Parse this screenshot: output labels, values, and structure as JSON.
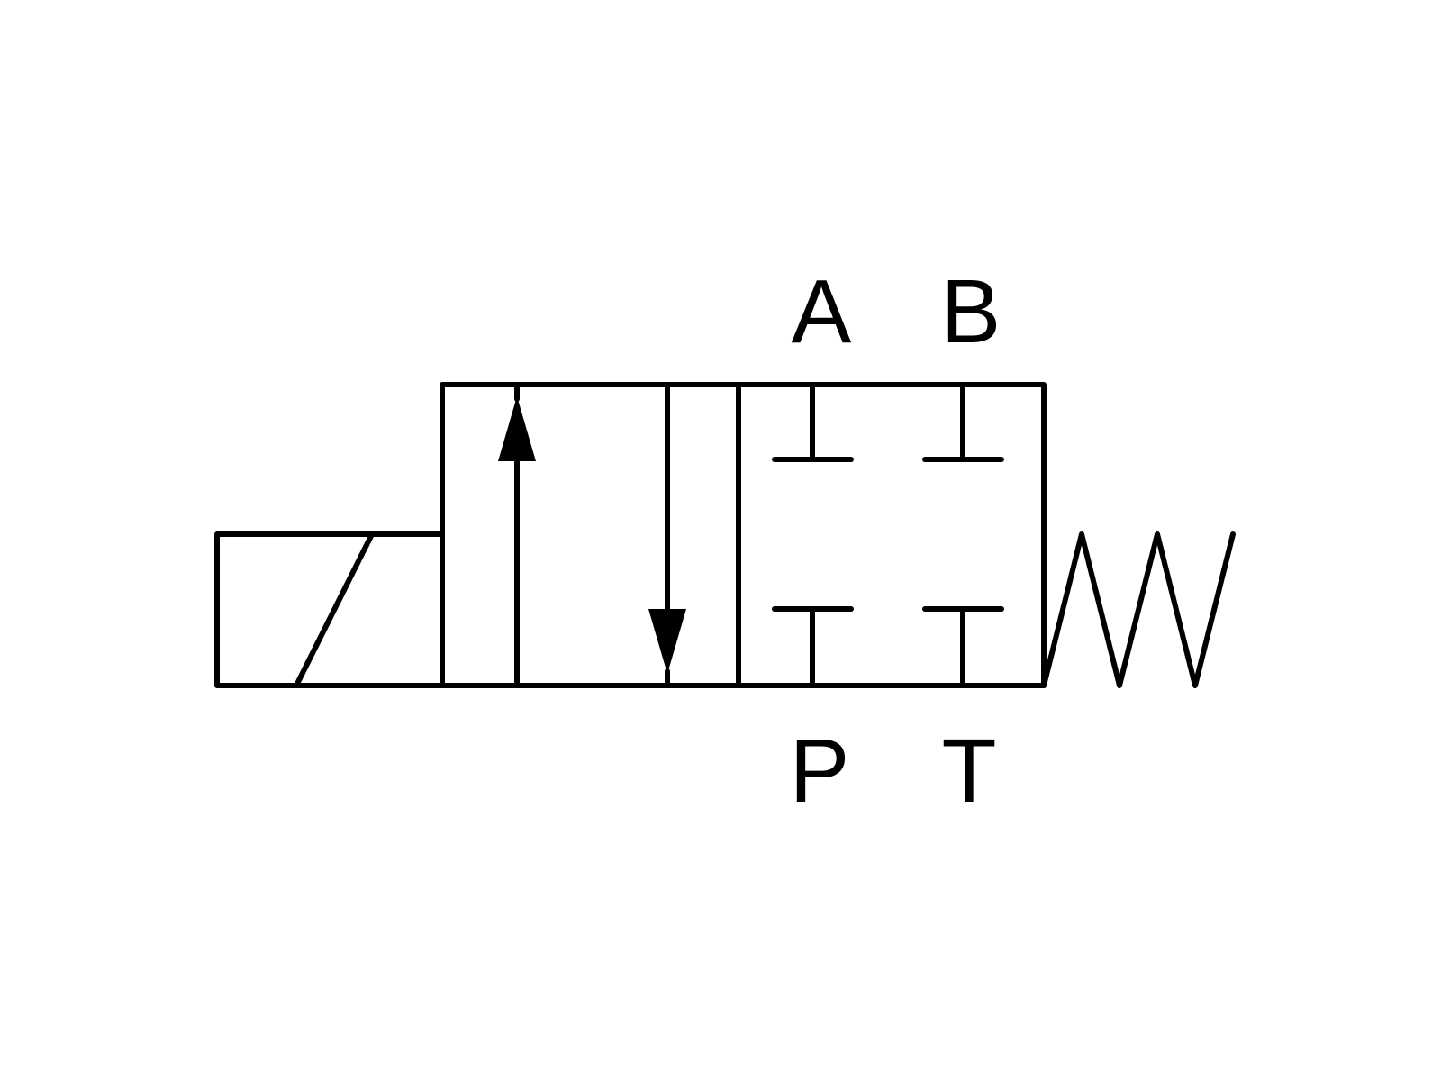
{
  "diagram": {
    "ports": {
      "a_label": "A",
      "b_label": "B",
      "p_label": "P",
      "t_label": "T"
    },
    "actuators": {
      "left_icon": "solenoid-icon",
      "right_icon": "spring-return-icon"
    },
    "stroke_color": "#000000"
  }
}
